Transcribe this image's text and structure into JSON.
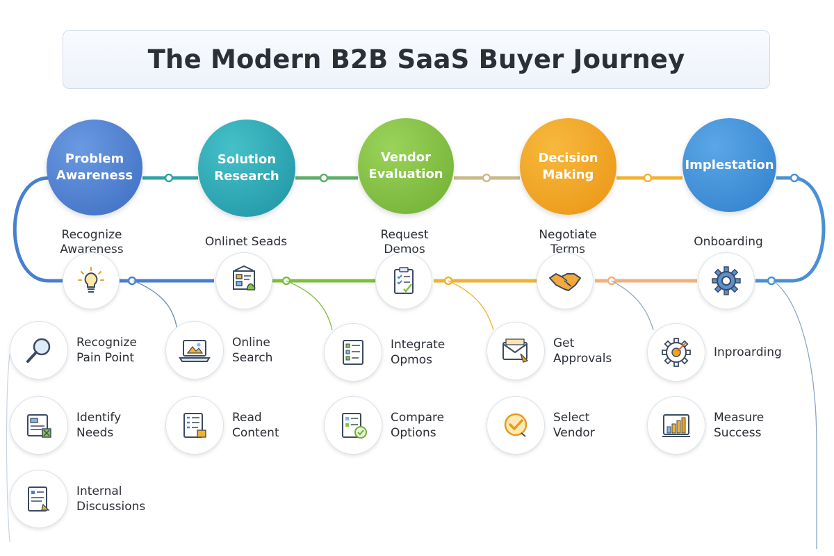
{
  "title": "The Modern B2B SaaS Buyer Journey",
  "colors": {
    "blue": "#4a7fd0",
    "teal": "#27a3b3",
    "green": "#7dbf3f",
    "orange": "#f2a21e",
    "sky": "#3b8fd6"
  },
  "stages": [
    {
      "label_line1": "Problem",
      "label_line2": "Awareness",
      "sub_line1": "Recognize",
      "sub_line2": "Awareness"
    },
    {
      "label_line1": "Solution",
      "label_line2": "Research",
      "sub_line1": "Onlinet Seads",
      "sub_line2": ""
    },
    {
      "label_line1": "Vendor",
      "label_line2": "Evaluation",
      "sub_line1": "Request",
      "sub_line2": "Demos"
    },
    {
      "label_line1": "Decision",
      "label_line2": "Making",
      "sub_line1": "Negotiate",
      "sub_line2": "Terms"
    },
    {
      "label_line1": "Implestation",
      "label_line2": "",
      "sub_line1": "Onboarding",
      "sub_line2": ""
    }
  ],
  "hub_icons": [
    "lightbulb-icon",
    "research-board-icon",
    "checklist-icon",
    "handshake-icon",
    "gear-icon"
  ],
  "steps": [
    {
      "line1": "Recognize",
      "line2": "Pain Point",
      "icon": "magnifier-icon"
    },
    {
      "line1": "Identify",
      "line2": "Needs",
      "icon": "document-icon"
    },
    {
      "line1": "Internal",
      "line2": "Discussions",
      "icon": "notes-icon"
    },
    {
      "line1": "Online",
      "line2": "Search",
      "icon": "laptop-icon"
    },
    {
      "line1": "Read",
      "line2": "Content",
      "icon": "article-icon"
    },
    {
      "line1": "Integrate",
      "line2": "Opmos",
      "icon": "checklist-icon"
    },
    {
      "line1": "Compare",
      "line2": "Options",
      "icon": "compare-doc-icon"
    },
    {
      "line1": "Get",
      "line2": "Approvals",
      "icon": "envelope-icon"
    },
    {
      "line1": "Select",
      "line2": "Vendor",
      "icon": "checkmark-icon"
    },
    {
      "line1": "Inproarding",
      "line2": "",
      "icon": "gear-target-icon"
    },
    {
      "line1": "Measure",
      "line2": "Success",
      "icon": "bar-chart-icon"
    }
  ]
}
